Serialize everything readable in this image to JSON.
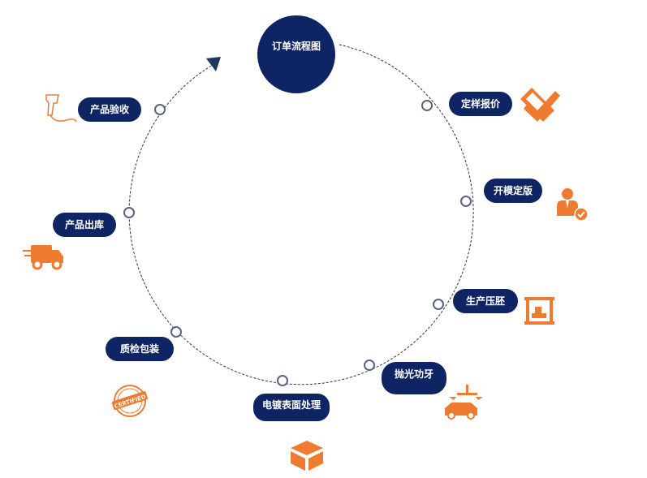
{
  "diagram": {
    "title": "订单流程图",
    "steps": [
      {
        "label": "定样报价",
        "icon": "check-badge-icon"
      },
      {
        "label": "开模定版",
        "icon": "person-check-icon"
      },
      {
        "label": "生产压胚",
        "icon": "press-machine-icon"
      },
      {
        "label": "抛光功牙",
        "icon": "car-polish-icon"
      },
      {
        "label": "电镀表面处理",
        "icon": "box-icon"
      },
      {
        "label": "质检包装",
        "icon": "certified-stamp-icon"
      },
      {
        "label": "产品出库",
        "icon": "delivery-truck-icon"
      },
      {
        "label": "产品验收",
        "icon": "barcode-scanner-icon"
      }
    ]
  },
  "colors": {
    "navy": "#0f2563",
    "orange": "#ef7b31",
    "node_stroke": "#5a6380",
    "ring": "#333333"
  }
}
